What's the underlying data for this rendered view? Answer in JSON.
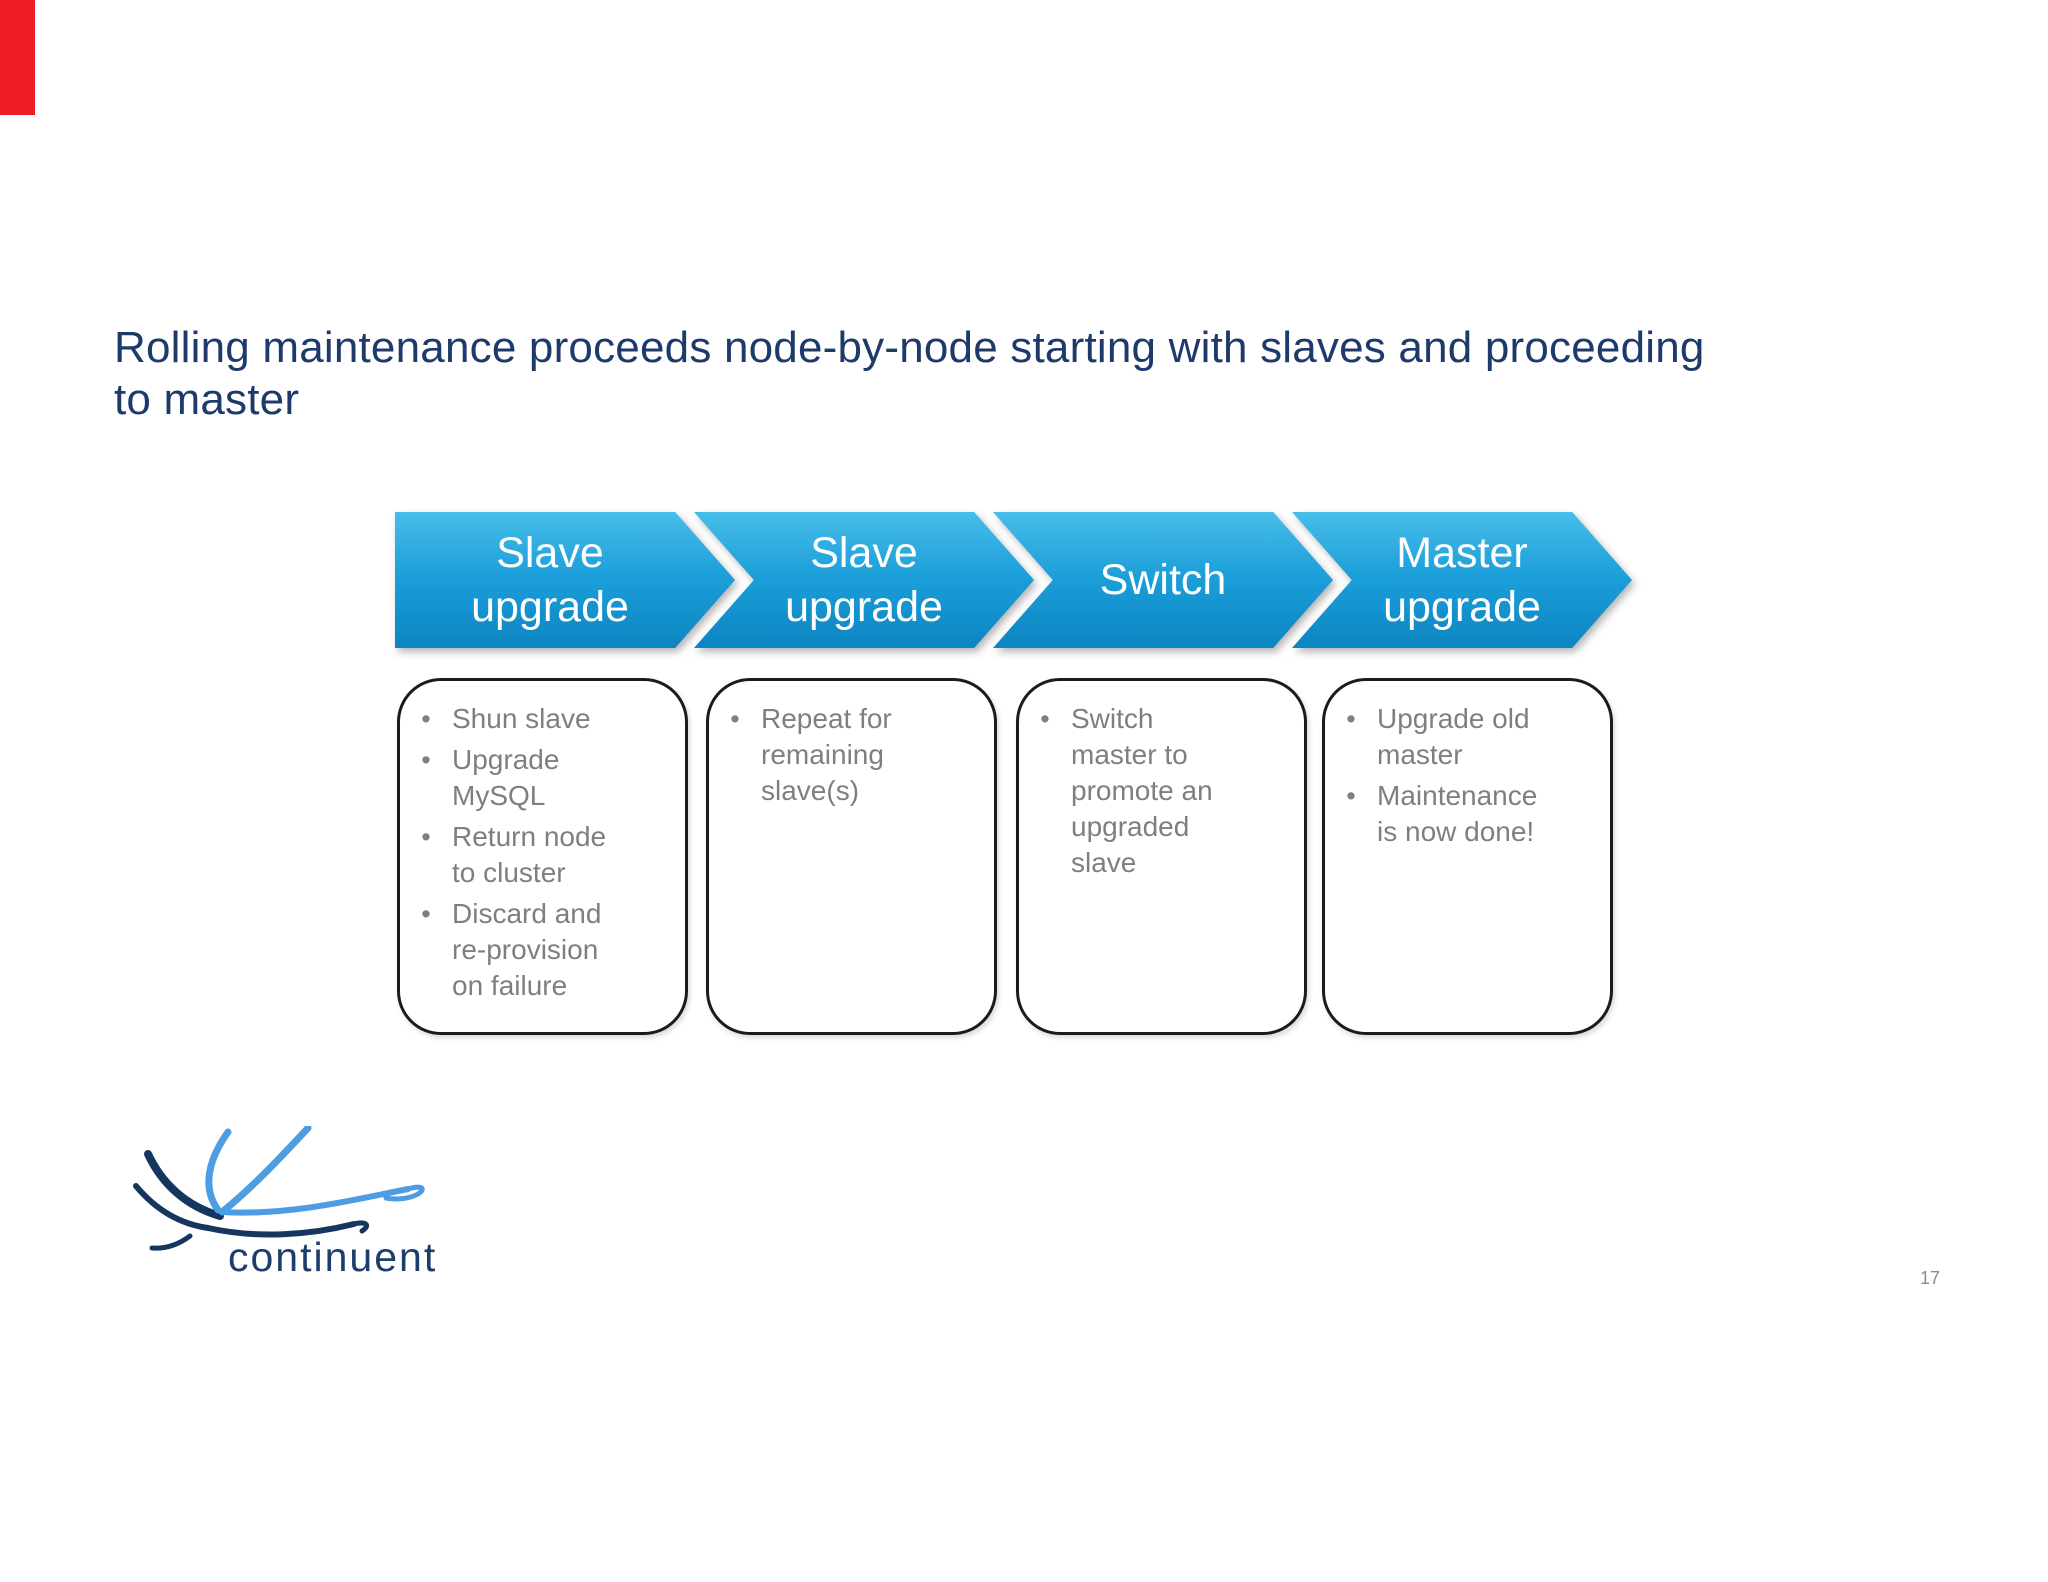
{
  "slide": {
    "title": "Rolling maintenance proceeds node-by-node starting with slaves and proceeding\nto master",
    "page_number": "17"
  },
  "flow": {
    "bullet_char": "•",
    "steps": [
      {
        "label": "Slave\nupgrade"
      },
      {
        "label": "Slave\nupgrade"
      },
      {
        "label": "Switch"
      },
      {
        "label": "Master\nupgrade"
      }
    ],
    "boxes": [
      {
        "items": [
          "Shun slave",
          "Upgrade\nMySQL",
          "Return node\nto cluster",
          "Discard and\nre-provision\non failure"
        ]
      },
      {
        "items": [
          "Repeat for\nremaining\nslave(s)"
        ]
      },
      {
        "items": [
          "Switch\nmaster to\npromote an\nupgraded\nslave"
        ]
      },
      {
        "items": [
          "Upgrade old\nmaster",
          "Maintenance\nis now done!"
        ]
      }
    ]
  },
  "logo": {
    "wordmark": "continuent"
  },
  "colors": {
    "title_navy": "#1e3a6b",
    "chevron_blue_top": "#47bde9",
    "chevron_blue_mid": "#1b9ed9",
    "chevron_blue_bottom": "#0c85c1",
    "chevron_text": "#ffffff",
    "box_border": "#1b1b1b",
    "bullet_gray": "#7d7f82",
    "logo_light_blue": "#4d9de3",
    "logo_dark_navy": "#14365f",
    "red_marker": "#ee1c25",
    "page_number_gray": "#8c8c8c"
  }
}
